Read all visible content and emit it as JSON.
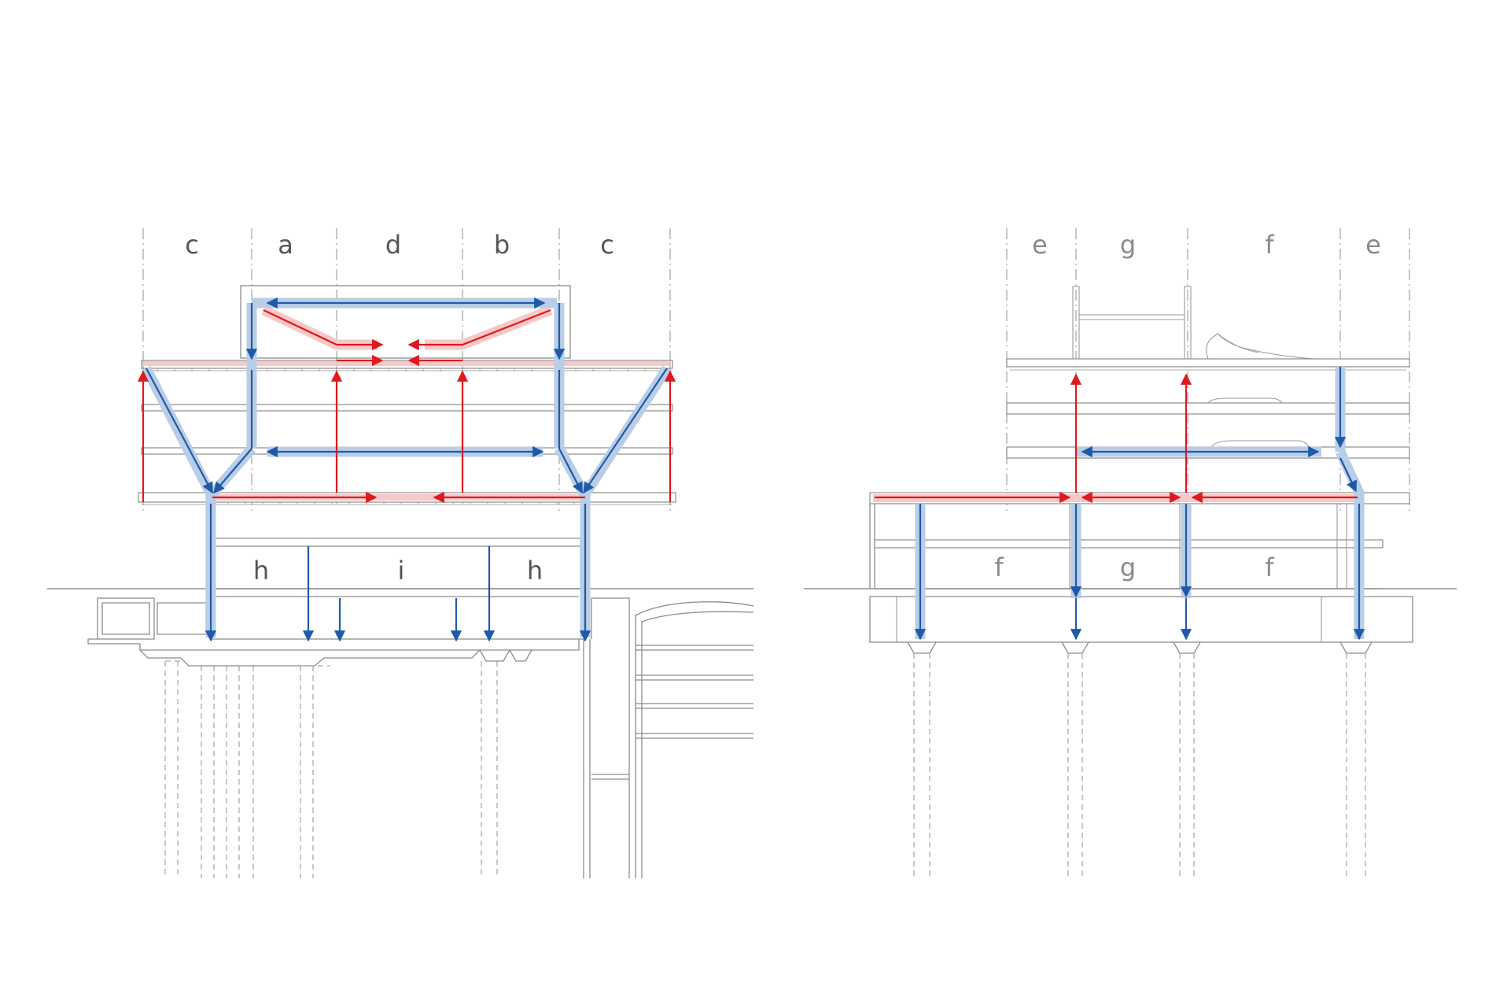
{
  "left_section": {
    "zone_labels": [
      "c",
      "a",
      "d",
      "b",
      "c"
    ],
    "lower_labels": [
      "h",
      "i",
      "h"
    ]
  },
  "right_section": {
    "zone_labels": [
      "e",
      "g",
      "f",
      "e"
    ],
    "lower_labels": [
      "f",
      "g",
      "f"
    ]
  },
  "colors": {
    "load_tension": "#e0191e",
    "load_compression": "#1f5aa8",
    "tension_band": "#f7c8c8",
    "compression_band": "#b9cde6",
    "linework": "#8c8c8c"
  }
}
